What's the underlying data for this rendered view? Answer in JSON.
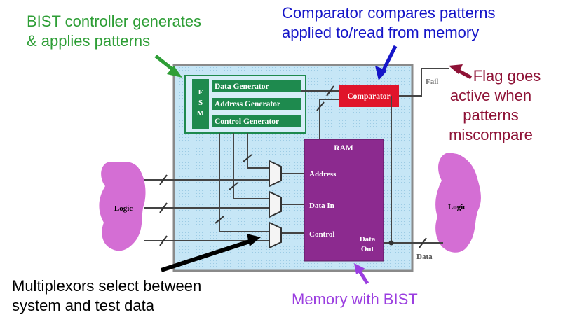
{
  "annotations": {
    "bist_controller": [
      "BIST controller generates",
      "& applies patterns"
    ],
    "comparator_note": [
      "Comparator compares patterns",
      "applied to/read from memory"
    ],
    "flag_note": [
      "Flag goes",
      "active when",
      "patterns",
      "miscompare"
    ],
    "mux_note": [
      "Multiplexors select between",
      "system and test data"
    ],
    "memory_note": [
      "Memory with BIST"
    ]
  },
  "blocks": {
    "fsm": "FSM",
    "data_generator": "Data Generator",
    "address_generator": "Address Generator",
    "control_generator": "Control Generator",
    "comparator": "Comparator",
    "ram": "RAM",
    "ram_address": "Address",
    "ram_data_in": "Data In",
    "ram_control": "Control",
    "ram_data_out_1": "Data",
    "ram_data_out_2": "Out",
    "logic_left": "Logic",
    "logic_right": "Logic",
    "fail": "Fail",
    "data": "Data"
  },
  "colors": {
    "chip_fill": "#c6e6f6",
    "generator_green": "#1e8a4e",
    "comparator_red": "#e0142a",
    "ram_purple": "#8c2a8f",
    "logic_pink": "#d46ed4"
  }
}
